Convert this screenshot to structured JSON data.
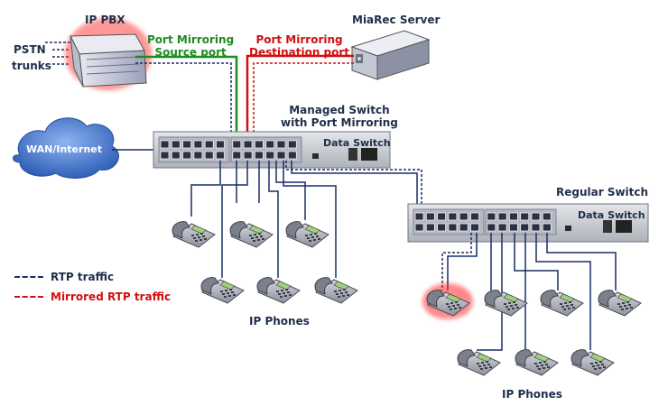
{
  "labels": {
    "ip_pbx": "IP PBX",
    "miarec_server": "MiaRec Server",
    "pstn": "PSTN",
    "trunks": "trunks",
    "pm_source": [
      "Port Mirroring",
      "Source port"
    ],
    "pm_destination": [
      "Port Mirroring",
      "Destination port"
    ],
    "managed_switch": [
      "Managed Switch",
      "with Port Mirroring"
    ],
    "wan": "WAN/Internet",
    "data_switch": "Data Switch",
    "regular_switch": "Regular Switch",
    "ip_phones_left": "IP Phones",
    "ip_phones_right": "IP Phones"
  },
  "legend": [
    {
      "label": "RTP traffic",
      "color": "#1a2e66"
    },
    {
      "label": "Mirrored RTP traffic",
      "color": "#d01010"
    }
  ],
  "colors": {
    "rtp": "#1a2e66",
    "mirrored": "#d01010",
    "source_link": "#1e8c1e",
    "switch_body": "#c9ccd3",
    "cloud": "#4a78c8"
  },
  "icons": [
    "pbx-icon",
    "server-icon",
    "cloud-icon",
    "switch-icon",
    "phone-icon"
  ]
}
